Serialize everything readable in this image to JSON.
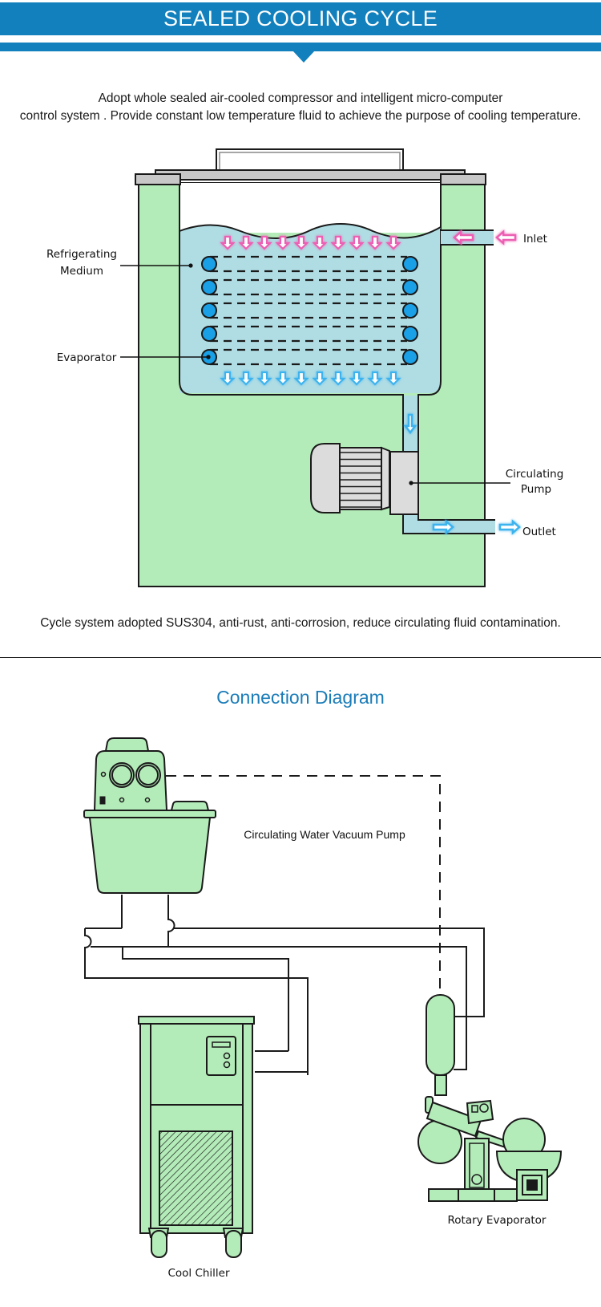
{
  "header": {
    "title": "SEALED COOLING CYCLE",
    "color": "#1280bd"
  },
  "intro": {
    "line1": "Adopt whole sealed air-cooled compressor and intelligent micro-computer",
    "line2": "control system . Provide constant low temperature fluid to achieve the purpose of cooling temperature."
  },
  "cooling_diagram": {
    "labels": {
      "refrigerating_medium_line1": "Refrigerating",
      "refrigerating_medium_line2": "Medium",
      "evaporator": "Evaporator",
      "inlet": "Inlet",
      "circulating_pump_line1": "Circulating",
      "circulating_pump_line2": "Pump",
      "outlet": "Outlet"
    },
    "colors": {
      "tank_body": "#b4ecb9",
      "fluid": "#b0dde4",
      "coil": "#1aa0e6",
      "warm_arrow": "#ec5fb3",
      "cold_arrow": "#3db3ee",
      "lid": "#c8c8c8",
      "pump": "#dcdcdc"
    },
    "coil_rows": 5,
    "arrow_count": 10
  },
  "cycle_caption": "Cycle system adopted SUS304, anti-rust, anti-corrosion, reduce circulating fluid contamination.",
  "connection": {
    "title": "Connection Diagram",
    "title_color": "#1a7cb8",
    "labels": {
      "vacuum_pump": "Circulating Water Vacuum Pump",
      "cool_chiller": "Cool Chiller",
      "rotary_evaporator": "Rotary Evaporator"
    },
    "equipment_color": "#b4ecb9"
  }
}
